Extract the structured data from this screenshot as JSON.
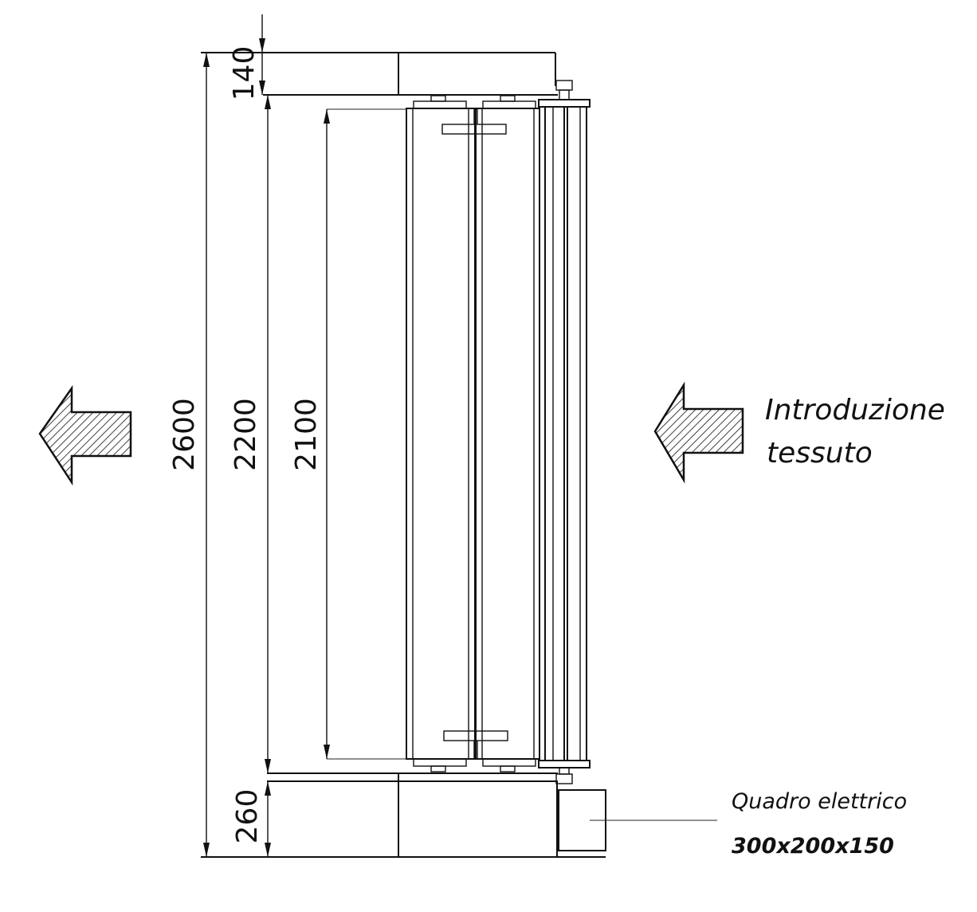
{
  "dimensions": {
    "overall": "2600",
    "inner": "2200",
    "roller": "2100",
    "top": "140",
    "bottom": "260"
  },
  "labels": {
    "intro_line1": "Introduzione",
    "intro_line2": "tessuto",
    "panel_title": "Quadro elettrico",
    "panel_size": "300x200x150"
  },
  "icons": {
    "exit_arrow": "hatched-arrow-left-icon",
    "entry_arrow": "hatched-arrow-left-icon"
  },
  "colors": {
    "ink": "#111111",
    "paper": "#ffffff"
  }
}
